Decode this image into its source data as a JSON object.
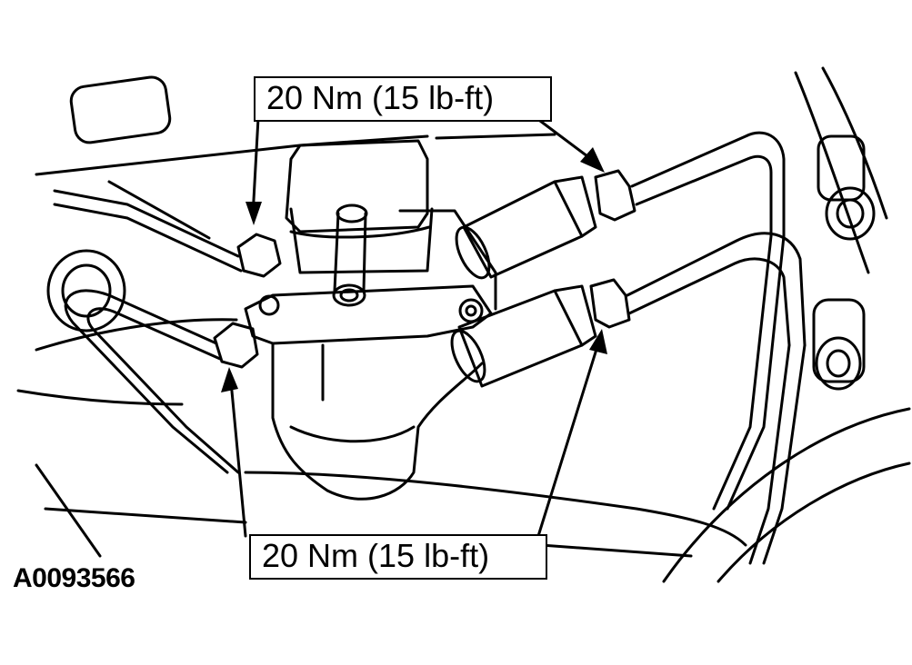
{
  "callouts": {
    "top_torque": "20 Nm (15 lb-ft)",
    "bottom_torque": "20 Nm (15 lb-ft)"
  },
  "figure": {
    "id": "A0093566"
  },
  "colors": {
    "ink": "#000000",
    "paper": "#ffffff"
  }
}
